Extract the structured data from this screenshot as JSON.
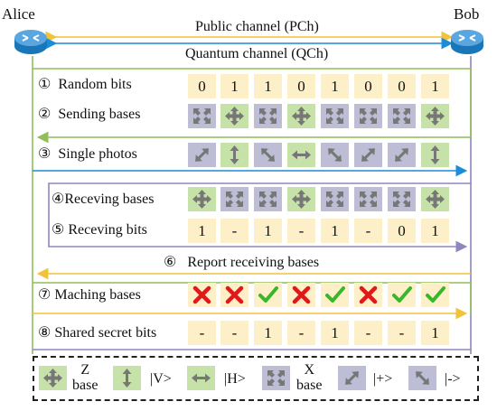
{
  "nodes": {
    "left": "Alice",
    "right": "Bob"
  },
  "channels": {
    "public": "Public channel (PCh)",
    "quantum": "Quantum channel (QCh)"
  },
  "steps": [
    {
      "num": "①",
      "label": "Random bits"
    },
    {
      "num": "②",
      "label": "Sending bases"
    },
    {
      "num": "③",
      "label": "Single photos"
    },
    {
      "num": "④",
      "label": "Receving bases"
    },
    {
      "num": "⑤",
      "label": "Receving bits"
    },
    {
      "num": "⑥",
      "label": "Report receiving bases"
    },
    {
      "num": "⑦",
      "label": "Maching bases"
    },
    {
      "num": "⑧",
      "label": "Shared secret bits"
    }
  ],
  "random_bits": [
    "0",
    "1",
    "1",
    "0",
    "1",
    "0",
    "0",
    "1"
  ],
  "sending_bases": [
    "x",
    "z",
    "x",
    "z",
    "x",
    "x",
    "x",
    "z"
  ],
  "photons": [
    "+",
    "|",
    "-",
    "--",
    "-",
    "+",
    "+",
    "|"
  ],
  "receiving_bases": [
    "z",
    "x",
    "x",
    "z",
    "x",
    "x",
    "x",
    "z"
  ],
  "receiving_bits": [
    "1",
    "-",
    "1",
    "-",
    "1",
    "-",
    "0",
    "1"
  ],
  "matching": [
    "cross",
    "cross",
    "check",
    "cross",
    "check",
    "cross",
    "check",
    "check"
  ],
  "shared_bits": [
    "-",
    "-",
    "1",
    "-",
    "1",
    "-",
    "-",
    "1"
  ],
  "legend": {
    "z_base": "Z base",
    "z_base_line1": "Z",
    "z_base_line2": "base",
    "v_state": "|V>",
    "h_state": "|H>",
    "x_base_line1": "X",
    "x_base_line2": "base",
    "plus_state": "|+>",
    "minus_state": "|->"
  },
  "colors": {
    "green_line": "#8fbe5a",
    "purple_line": "#8e86be",
    "blue_arrow": "#1a8cd8",
    "yellow_arrow": "#f2c23a",
    "bit_cell": "#fdf0c8",
    "z_cell": "#c6e2a8",
    "x_cell": "#bdbdd6",
    "cross": "#e01818",
    "check": "#38b62c"
  }
}
